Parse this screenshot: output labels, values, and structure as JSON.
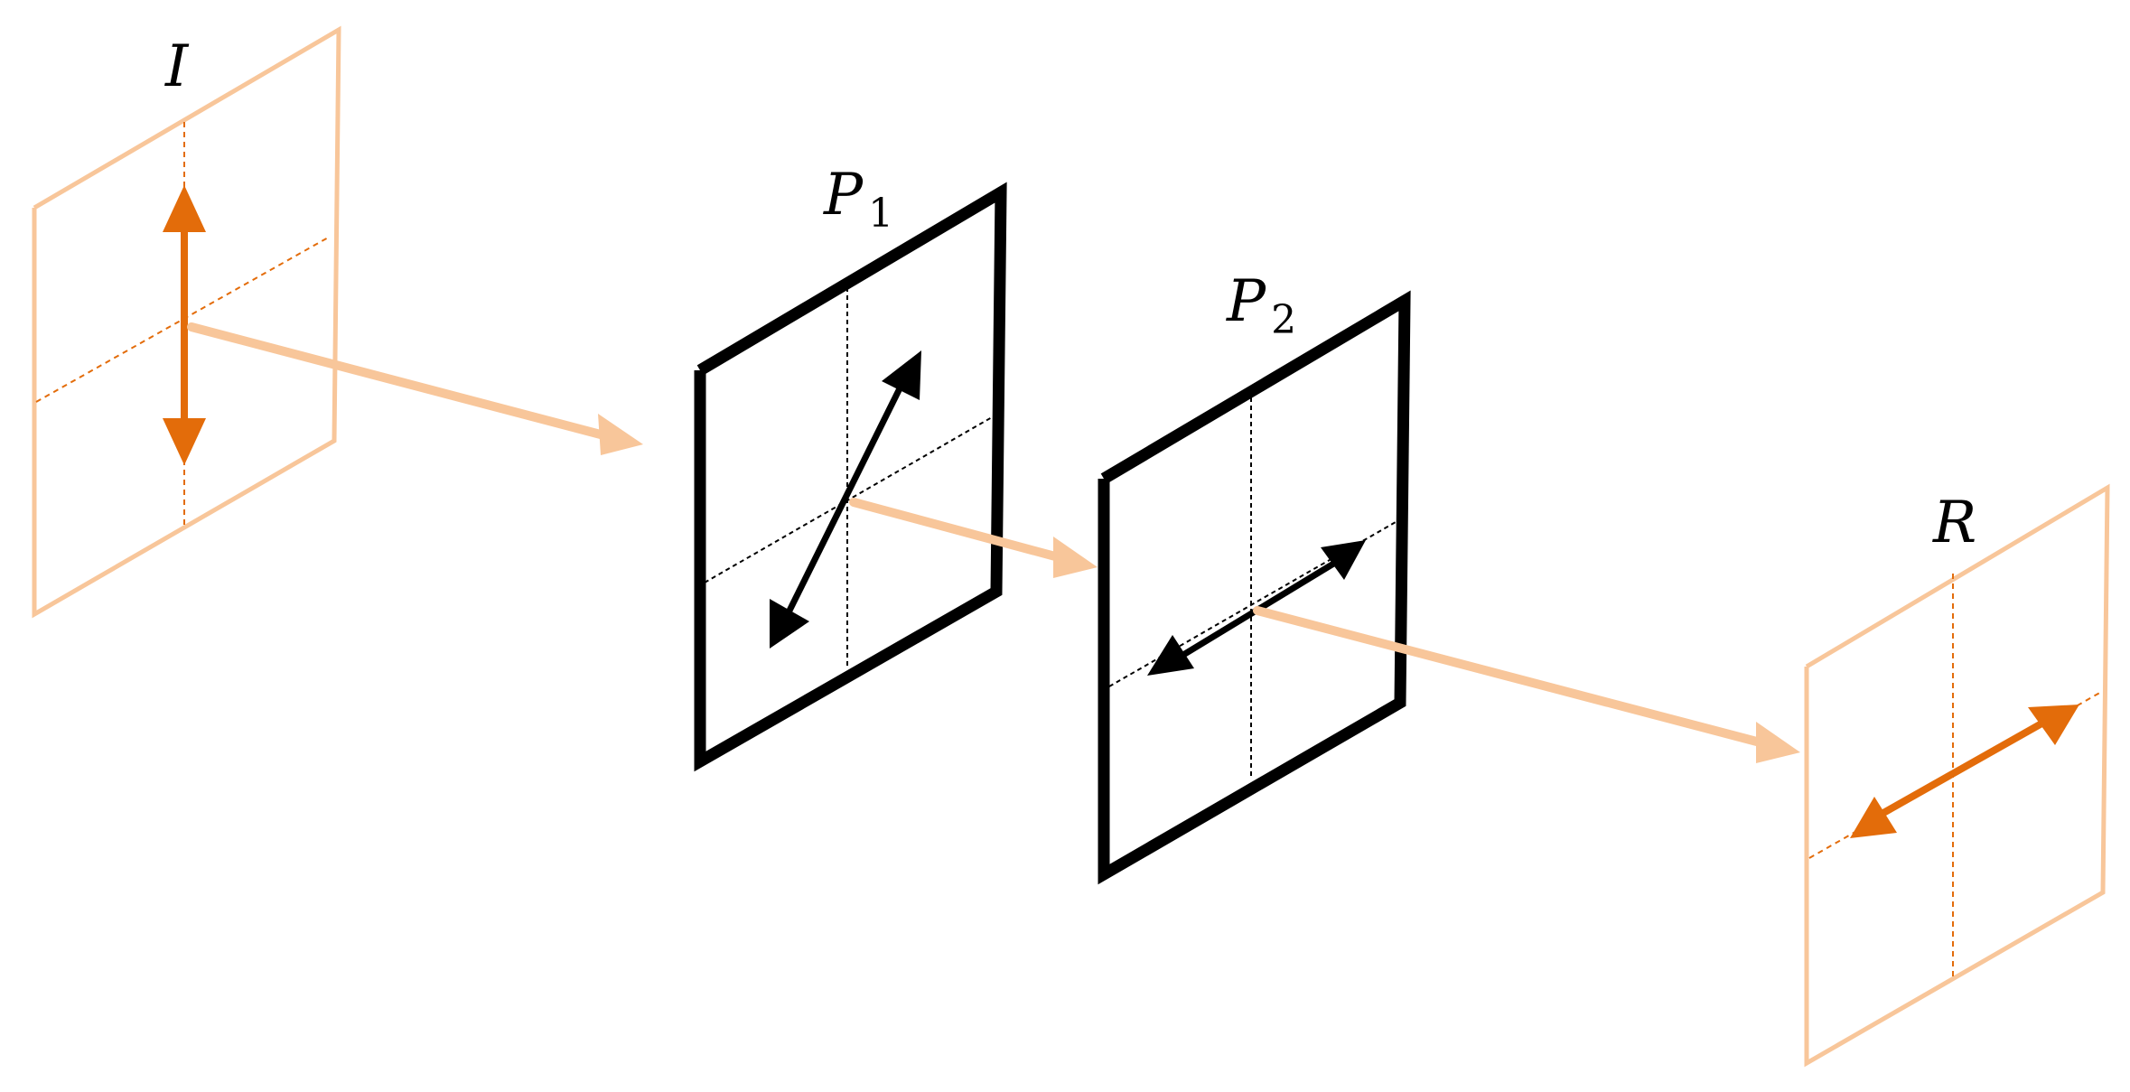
{
  "figure": {
    "labels": {
      "I": "I",
      "P1_base": "P",
      "P1_sub": "1",
      "P2_base": "P",
      "P2_sub": "2",
      "R": "R"
    },
    "colors": {
      "light_frame": "#F8C69A",
      "dark_orange": "#E36C0A",
      "polarizer": "#000000",
      "beam": "#F8C69A"
    }
  }
}
